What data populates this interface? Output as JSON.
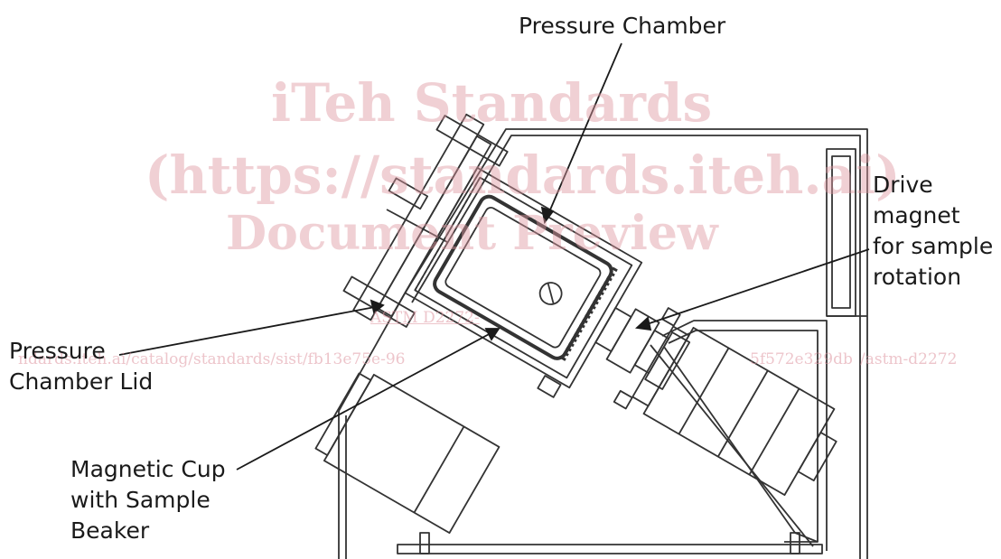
{
  "labels": {
    "pressure_chamber": "Pressure Chamber",
    "drive_magnet": [
      "Drive",
      "magnet",
      "for sample",
      "rotation"
    ],
    "pressure_chamber_lid": [
      "Pressure",
      "Chamber Lid"
    ],
    "magnetic_cup": [
      "Magnetic Cup",
      "with Sample",
      "Beaker"
    ]
  },
  "watermark": {
    "line1": "iTeh Standards",
    "line2": "(https://standards.iteh.ai)",
    "line3": "Document Preview",
    "designation": "ASTM D2272-",
    "url_left": "ndards.iteh.ai/catalog/standards/sist/fb13e75e-96",
    "url_right": "5f572e329db",
    "url_end": "/astm-d2272",
    "color": "#de96a0"
  },
  "colors": {
    "line": "#333333",
    "text": "#1a1a1a",
    "background": "#ffffff"
  }
}
